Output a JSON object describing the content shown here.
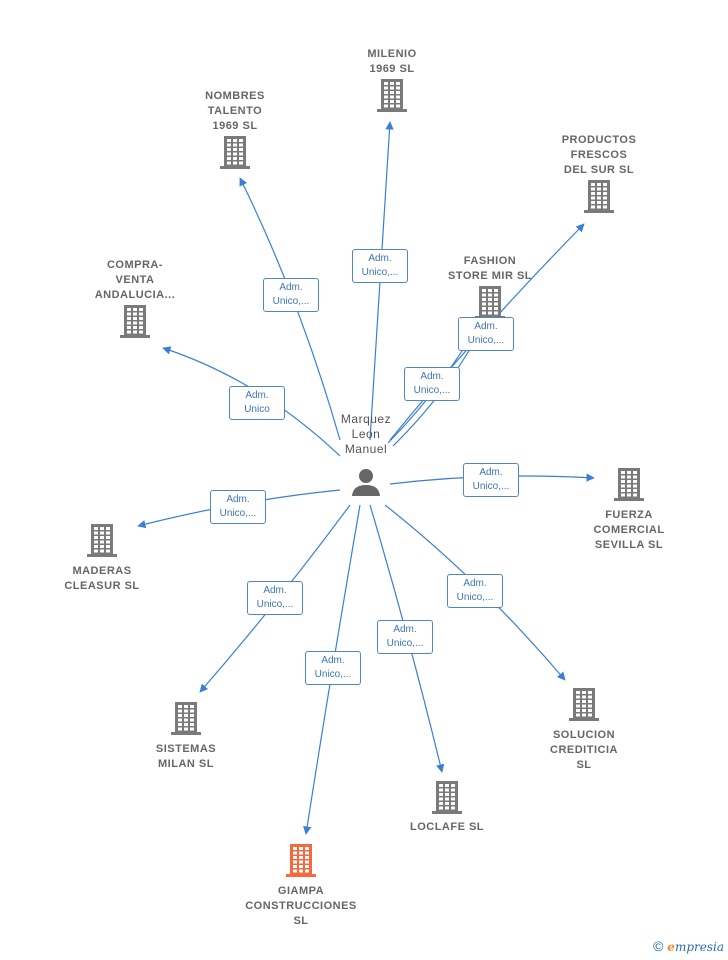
{
  "colors": {
    "edge": "#3a7fd5",
    "building": "#7a7a7a",
    "focus_building": "#f26a3d",
    "person": "#666666"
  },
  "center": {
    "name_lines": [
      "Marquez",
      "Leon",
      "Manuel"
    ],
    "icon": "person-icon"
  },
  "companies": [
    {
      "id": "milenio",
      "name_lines": [
        "MILENIO",
        "1969  SL"
      ],
      "edge_label": [
        "Adm.",
        "Unico,..."
      ],
      "icon": "building-icon"
    },
    {
      "id": "nombres-talento",
      "name_lines": [
        "NOMBRES",
        "TALENTO",
        "1969  SL"
      ],
      "edge_label": [
        "Adm.",
        "Unico,..."
      ],
      "icon": "building-icon"
    },
    {
      "id": "productos-frescos",
      "name_lines": [
        "PRODUCTOS",
        "FRESCOS",
        "DEL SUR  SL"
      ],
      "edge_label": [
        "Adm.",
        "Unico,..."
      ],
      "icon": "building-icon"
    },
    {
      "id": "fashion-store",
      "name_lines": [
        "FASHION",
        "STORE MIR  SL"
      ],
      "edge_label": [
        "Adm.",
        "Unico,..."
      ],
      "icon": "building-icon"
    },
    {
      "id": "compra-venta",
      "name_lines": [
        "COMPRA-",
        "VENTA",
        "ANDALUCIA..."
      ],
      "edge_label": [
        "Adm.",
        "Unico"
      ],
      "icon": "building-icon"
    },
    {
      "id": "fuerza-comercial",
      "name_lines": [
        "FUERZA",
        "COMERCIAL",
        "SEVILLA  SL"
      ],
      "edge_label": [
        "Adm.",
        "Unico,..."
      ],
      "icon": "building-icon"
    },
    {
      "id": "maderas-cleasur",
      "name_lines": [
        "MADERAS",
        "CLEASUR  SL"
      ],
      "edge_label": [
        "Adm.",
        "Unico,..."
      ],
      "icon": "building-icon"
    },
    {
      "id": "sistemas-milan",
      "name_lines": [
        "SISTEMAS",
        "MILAN  SL"
      ],
      "edge_label": [
        "Adm.",
        "Unico,..."
      ],
      "icon": "building-icon"
    },
    {
      "id": "solucion-crediticia",
      "name_lines": [
        "SOLUCION",
        "CREDITICIA",
        "SL"
      ],
      "edge_label": [
        "Adm.",
        "Unico,..."
      ],
      "icon": "building-icon"
    },
    {
      "id": "loclafe",
      "name_lines": [
        "LOCLAFE  SL"
      ],
      "edge_label": [
        "Adm.",
        "Unico,..."
      ],
      "icon": "building-icon"
    },
    {
      "id": "giampa",
      "name_lines": [
        "GIAMPA",
        "CONSTRUCCIONES",
        "SL"
      ],
      "edge_label": [
        "Adm.",
        "Unico,..."
      ],
      "icon": "building-icon",
      "highlighted": true
    }
  ],
  "extra_edge_label": [
    "Adm.",
    "Unico,..."
  ],
  "brand": {
    "copyright": "©",
    "first_letter": "e",
    "rest": "mpresia"
  }
}
